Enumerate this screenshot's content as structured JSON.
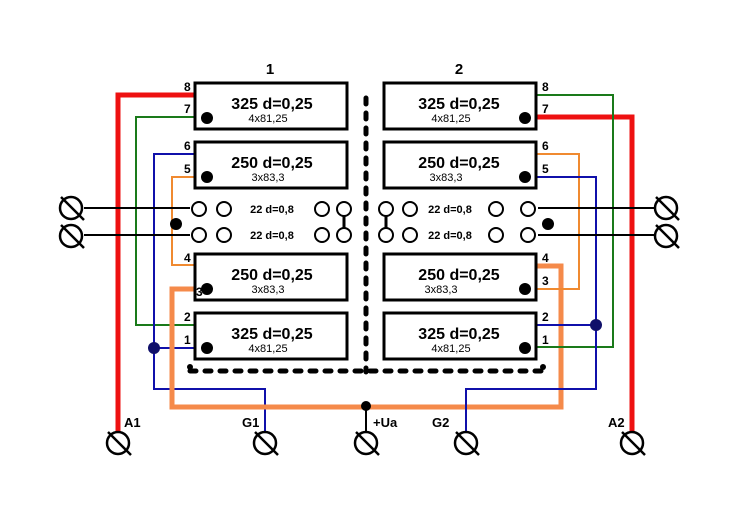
{
  "diagram": {
    "sections": [
      {
        "label": "1"
      },
      {
        "label": "2"
      }
    ],
    "windings": {
      "left": [
        {
          "main": "325 d=0,25",
          "sub": "4x81,25",
          "pins": [
            "8",
            "7"
          ]
        },
        {
          "main": "250 d=0,25",
          "sub": "3x83,3",
          "pins": [
            "6",
            "5"
          ]
        },
        {
          "main": "250 d=0,25",
          "sub": "3x83,3",
          "pins": [
            "4",
            "3"
          ]
        },
        {
          "main": "325 d=0,25",
          "sub": "4x81,25",
          "pins": [
            "2",
            "1"
          ]
        }
      ],
      "right": [
        {
          "main": "325 d=0,25",
          "sub": "4x81,25",
          "pins": [
            "8",
            "7"
          ]
        },
        {
          "main": "250 d=0,25",
          "sub": "3x83,3",
          "pins": [
            "6",
            "5"
          ]
        },
        {
          "main": "250 d=0,25",
          "sub": "3x83,3",
          "pins": [
            "4",
            "3"
          ]
        },
        {
          "main": "325 d=0,25",
          "sub": "4x81,25",
          "pins": [
            "2",
            "1"
          ]
        }
      ]
    },
    "secondary": {
      "left": [
        "22 d=0,8",
        "22 d=0,8"
      ],
      "right": [
        "22 d=0,8",
        "22 d=0,8"
      ]
    },
    "terminals": [
      {
        "label": "A1"
      },
      {
        "label": "G1"
      },
      {
        "label": "+Ua"
      },
      {
        "label": "G2"
      },
      {
        "label": "A2"
      }
    ],
    "wire_colors": {
      "anode": "#ee1111",
      "g_wire_green": "#1a7a1a",
      "g_wire_blue": "#1010aa",
      "orange_thin": "#f08a30",
      "orange_thick": "#f58a4a",
      "black": "#000000"
    }
  }
}
